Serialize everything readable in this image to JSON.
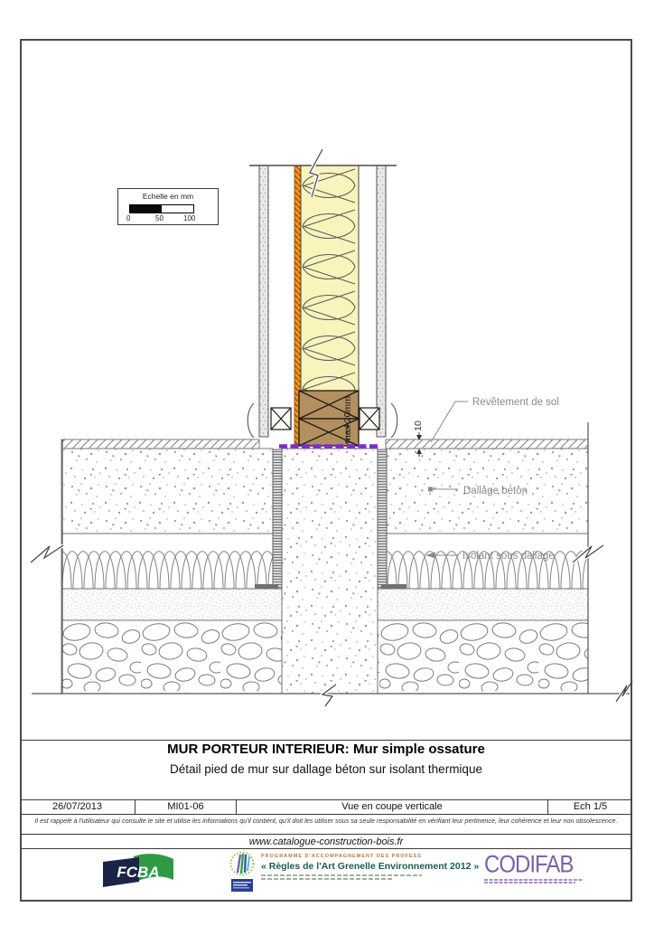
{
  "page": {
    "frame_color": "#4a4a4a",
    "background": "#ffffff"
  },
  "scale_legend": {
    "title": "Echelle en mm",
    "tick0": "0",
    "tick50": "50",
    "tick100": "100"
  },
  "drawing": {
    "labels": {
      "floor_covering": "Revêtement de sol",
      "concrete_slab": "Dallage béton",
      "under_slab_insulation": "Isolant sous dallage",
      "max_gap": "max 20mm",
      "covering_thickness": "10"
    },
    "colors": {
      "wall_insulation_fill": "#F8F4BC",
      "wood_fill": "#B3905F",
      "membrane_orange": "#F7941E",
      "seal_purple": "#7F2CCB"
    }
  },
  "title_block": {
    "title": "MUR PORTEUR INTERIEUR: Mur simple ossature",
    "subtitle": "Détail pied de mur sur dallage béton sur isolant thermique",
    "date": "26/07/2013",
    "reference": "MI01-06",
    "view": "Vue en coupe verticale",
    "scale": "Ech 1/5",
    "disclaimer": "Il est rappelé à l'utilisateur qui consulte le site et utilise les informations qu'il contient, qu'il doit les utiliser sous sa seule responsabilité en vérifiant leur pertinence, leur cohérence et leur non obsolescence.",
    "website": "www.catalogue-construction-bois.fr"
  },
  "footer_logos": {
    "fcba": "FCBA",
    "program_label": "PROGRAMME D'ACCOMPAGNEMENT DES PROFESSIONNELS",
    "program_title": "« Règles de l'Art Grenelle Environnement 2012 »",
    "codifab": "CODIFAB"
  }
}
